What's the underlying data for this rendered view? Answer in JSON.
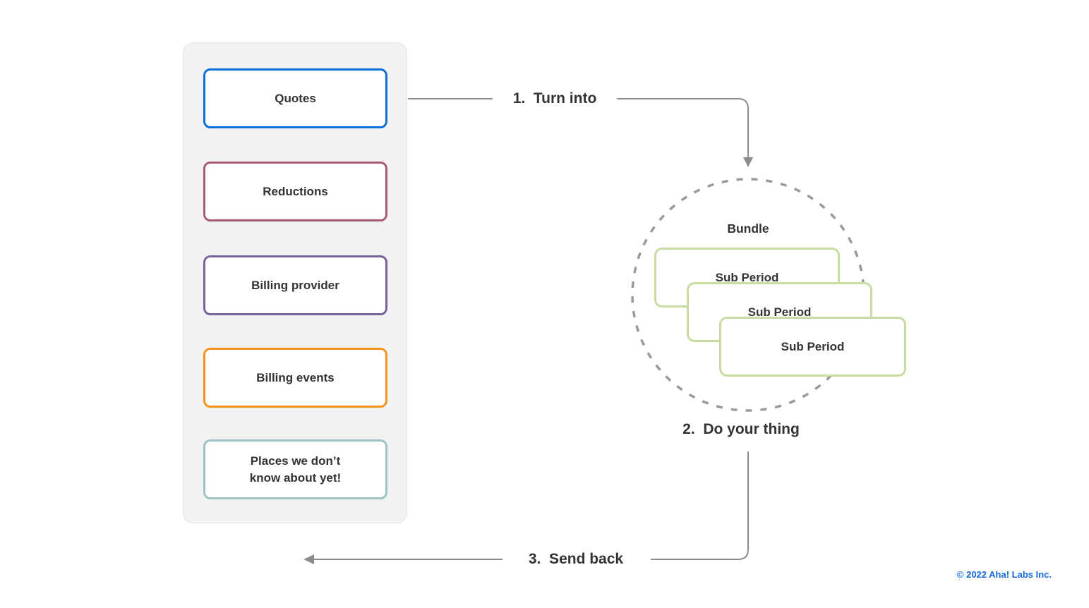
{
  "panel": {
    "boxes": [
      {
        "label": "Quotes",
        "border_color": "#0d6fd6"
      },
      {
        "label": "Reductions",
        "border_color": "#a85a79"
      },
      {
        "label": "Billing provider",
        "border_color": "#79629a"
      },
      {
        "label": "Billing events",
        "border_color": "#f7941d"
      },
      {
        "label": "Places we don’t\nknow about yet!",
        "border_color": "#9ec3c5"
      }
    ]
  },
  "steps": [
    {
      "label": "1.  Turn into"
    },
    {
      "label": "2.  Do your thing"
    },
    {
      "label": "3.  Send back"
    }
  ],
  "bundle": {
    "title": "Bundle",
    "cards": [
      {
        "label": "Sub Period"
      },
      {
        "label": "Sub Period"
      },
      {
        "label": "Sub Period"
      }
    ],
    "card_border_color": "#c6dca0",
    "circle_color": "#9a9a9a"
  },
  "arrows": {
    "color": "#8c8c8c"
  },
  "footer": {
    "copyright": "© 2022 Aha! Labs Inc.",
    "color": "#1468d8"
  }
}
